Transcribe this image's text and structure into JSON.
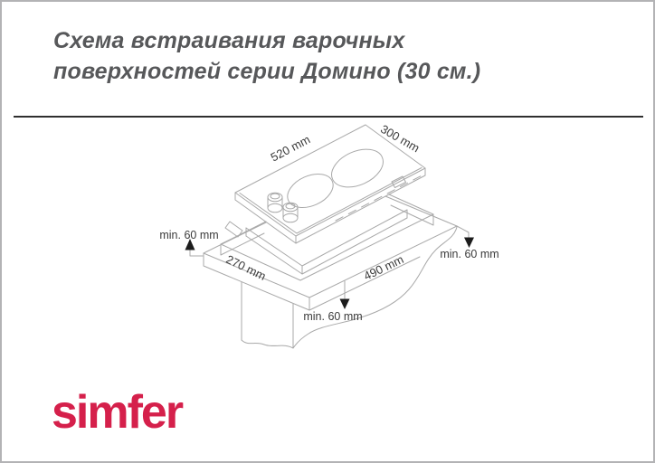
{
  "header": {
    "title_line1": "Схема встраивания варочных",
    "title_line2": "поверхностей серии Домино (30 см.)"
  },
  "diagram": {
    "labels": {
      "cooktop_length": "520 mm",
      "cooktop_width": "300 mm",
      "cutout_width": "270 mm",
      "cutout_length": "490 mm",
      "clearance_left": "min. 60 mm",
      "clearance_right": "min. 60 mm",
      "clearance_front": "min. 60 mm"
    }
  },
  "footer": {
    "logo": "simfer"
  },
  "colors": {
    "logo": "#d5204b",
    "drawing_line": "#a9a9a9",
    "dimension_text": "#3a3a3a",
    "arrow": "#1c1c1c",
    "title_text": "#57585a"
  }
}
